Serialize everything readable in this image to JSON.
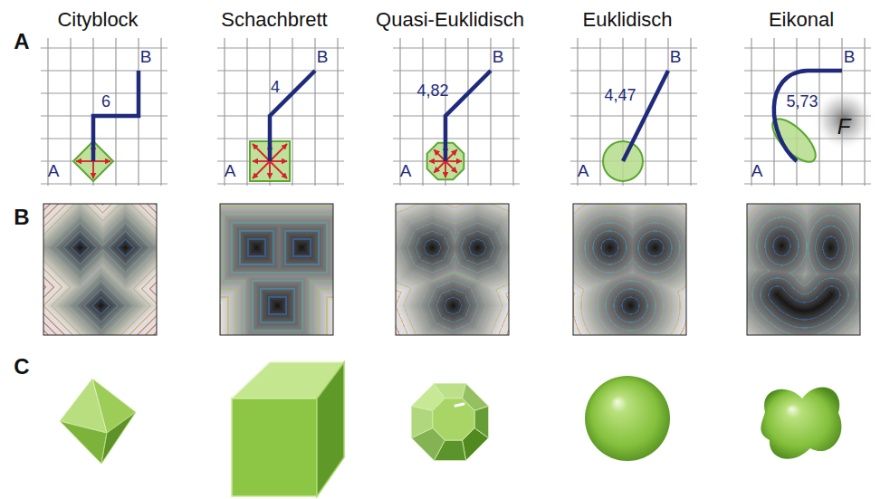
{
  "diagram": {
    "labels": [
      "A",
      "Cityblock",
      "Schachbrett",
      "Quasi-Euklidisch",
      "Euklidisch",
      "Eikonal",
      "B",
      "6",
      "A",
      "B",
      "4",
      "A",
      "B",
      "4,82",
      "A",
      "B",
      "4,47",
      "A",
      "B",
      "5,73",
      "A",
      "F",
      "B",
      "C"
    ]
  }
}
